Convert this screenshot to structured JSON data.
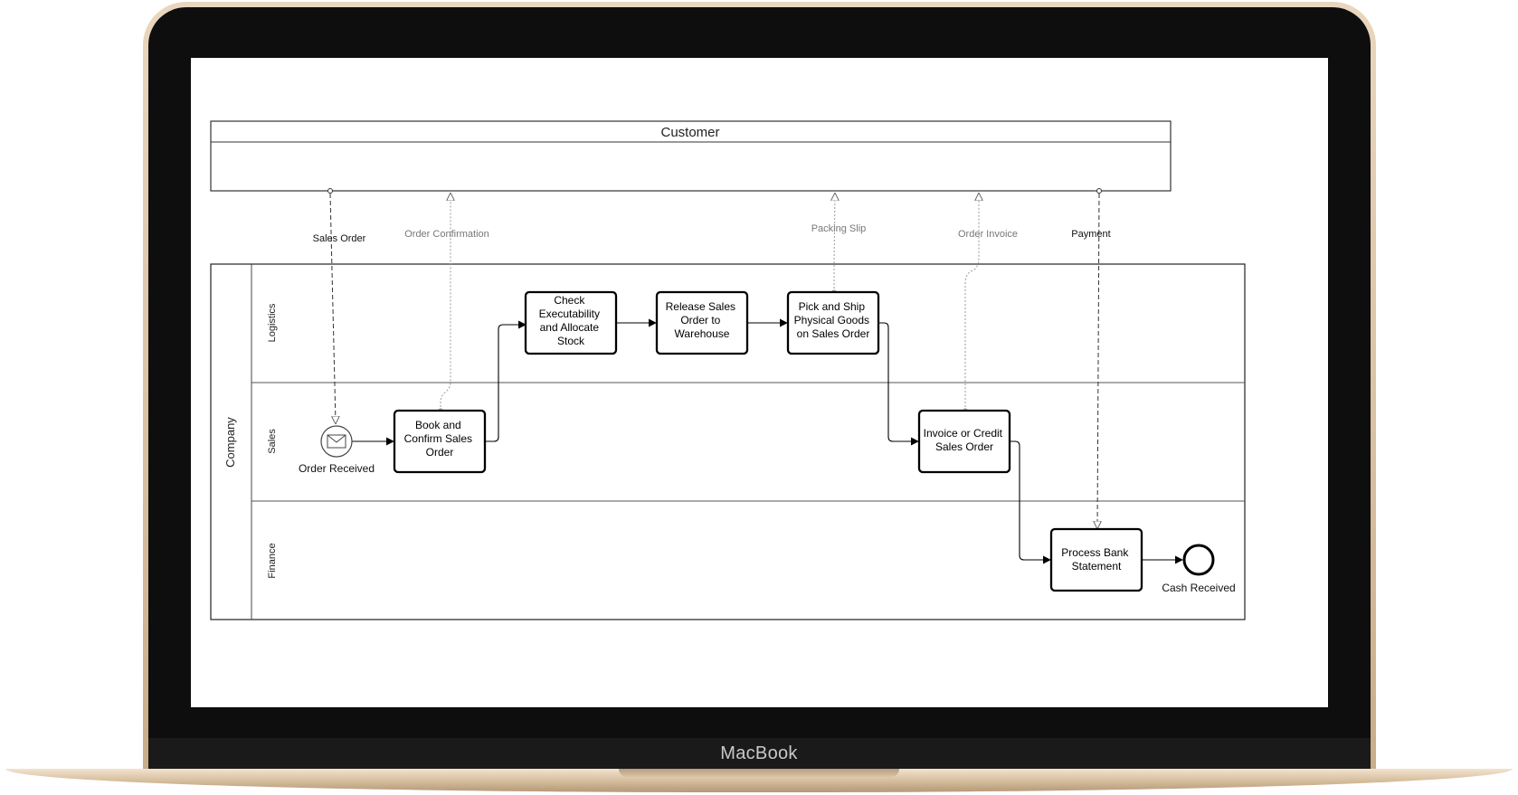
{
  "device": {
    "brand": "MacBook"
  },
  "diagram": {
    "customer_pool": "Customer",
    "company_pool": "Company",
    "lanes": {
      "logistics": "Logistics",
      "sales": "Sales",
      "finance": "Finance"
    },
    "events": {
      "start": "Order Received",
      "end": "Cash Received"
    },
    "tasks": {
      "book": [
        "Book and",
        "Confirm Sales",
        "Order"
      ],
      "check": [
        "Check",
        "Executability",
        "and Allocate",
        "Stock"
      ],
      "release": [
        "Release Sales",
        "Order to",
        "Warehouse"
      ],
      "ship": [
        "Pick and Ship",
        "Physical Goods",
        "on Sales Order"
      ],
      "invoice": [
        "Invoice or Credit",
        "Sales Order"
      ],
      "bank": [
        "Process Bank",
        "Statement"
      ]
    },
    "messages": {
      "sales_order": "Sales Order",
      "order_confirmation": "Order Confirmation",
      "packing_slip": "Packing Slip",
      "order_invoice": "Order Invoice",
      "payment": "Payment"
    }
  }
}
